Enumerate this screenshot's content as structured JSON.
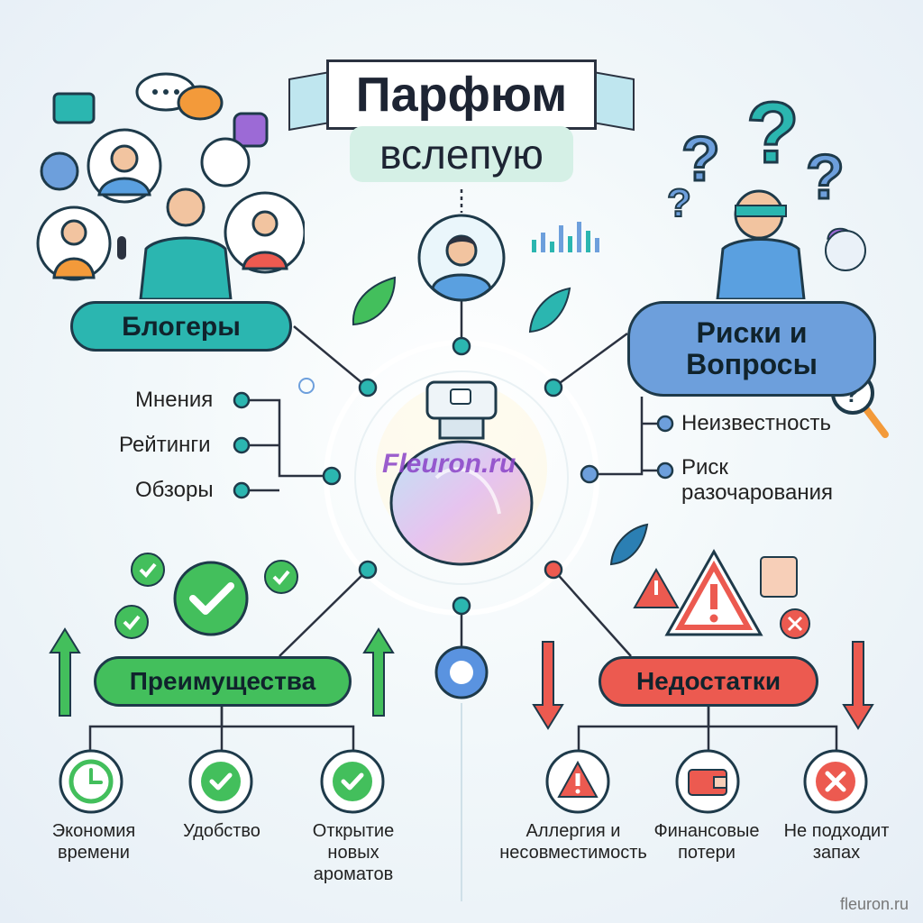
{
  "title": "Парфюм",
  "subtitle": "вслепую",
  "watermark": "Fleuron.ru",
  "footer": "fleuron.ru",
  "bloggers": {
    "label": "Блогеры",
    "items": [
      "Мнения",
      "Рейтинги",
      "Обзоры"
    ]
  },
  "risks": {
    "label": "Риски и Вопросы",
    "items": [
      "Неизвестность",
      "Риск разочарования"
    ]
  },
  "advantages": {
    "label": "Преимущества",
    "items": [
      "Экономия времени",
      "Удобство",
      "Открытие новых ароматов"
    ]
  },
  "disadvantages": {
    "label": "Недостатки",
    "items": [
      "Аллергия и несовместимость",
      "Финансовые потери",
      "Не подходит запах"
    ]
  },
  "colors": {
    "teal": "#2bb6b0",
    "blue": "#6d9fdc",
    "green": "#43bf5c",
    "red": "#ec5a50",
    "outline": "#1e3a4a"
  }
}
